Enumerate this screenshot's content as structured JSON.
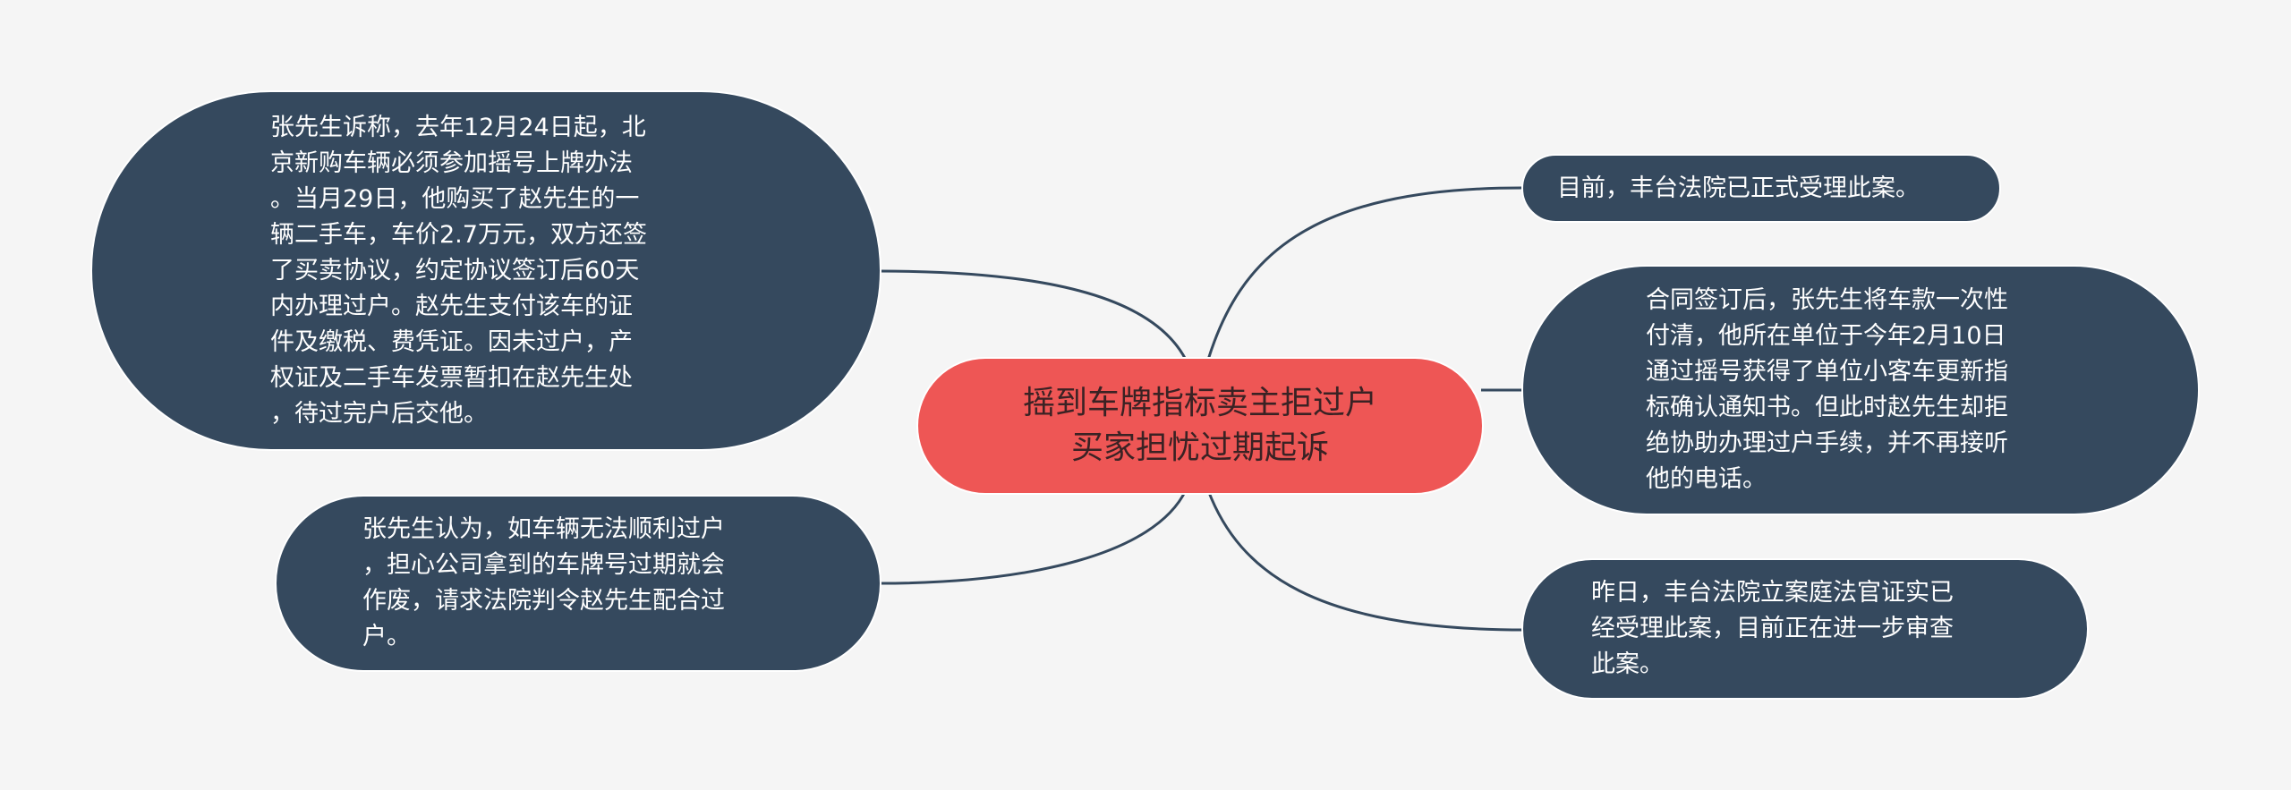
{
  "central": {
    "text": "摇到车牌指标卖主拒过户\n买家担忧过期起诉"
  },
  "topics": {
    "left_top": {
      "text": "张先生诉称，去年12月24日起，北\n京新购车辆必须参加摇号上牌办法\n。当月29日，他购买了赵先生的一\n辆二手车，车价2.7万元，双方还签\n了买卖协议，约定协议签订后60天\n内办理过户。赵先生支付该车的证\n件及缴税、费凭证。因未过户，产\n权证及二手车发票暂扣在赵先生处\n，待过完户后交他。"
    },
    "left_bottom": {
      "text": "张先生认为，如车辆无法顺利过户\n，担心公司拿到的车牌号过期就会\n作废，请求法院判令赵先生配合过\n户。"
    },
    "right_top": {
      "text": "目前，丰台法院已正式受理此案。"
    },
    "right_middle": {
      "text": "合同签订后，张先生将车款一次性\n付清，他所在单位于今年2月10日\n通过摇号获得了单位小客车更新指\n标确认通知书。但此时赵先生却拒\n绝协助办理过户手续，并不再接听\n他的电话。"
    },
    "right_bottom": {
      "text": "昨日，丰台法院立案庭法官证实已\n经受理此案，目前正在进一步审查\n此案。"
    }
  },
  "colors": {
    "central_fill": "#ee5655",
    "topic_fill": "#35495e",
    "connector": "#35495e",
    "background": "#f5f5f5"
  }
}
